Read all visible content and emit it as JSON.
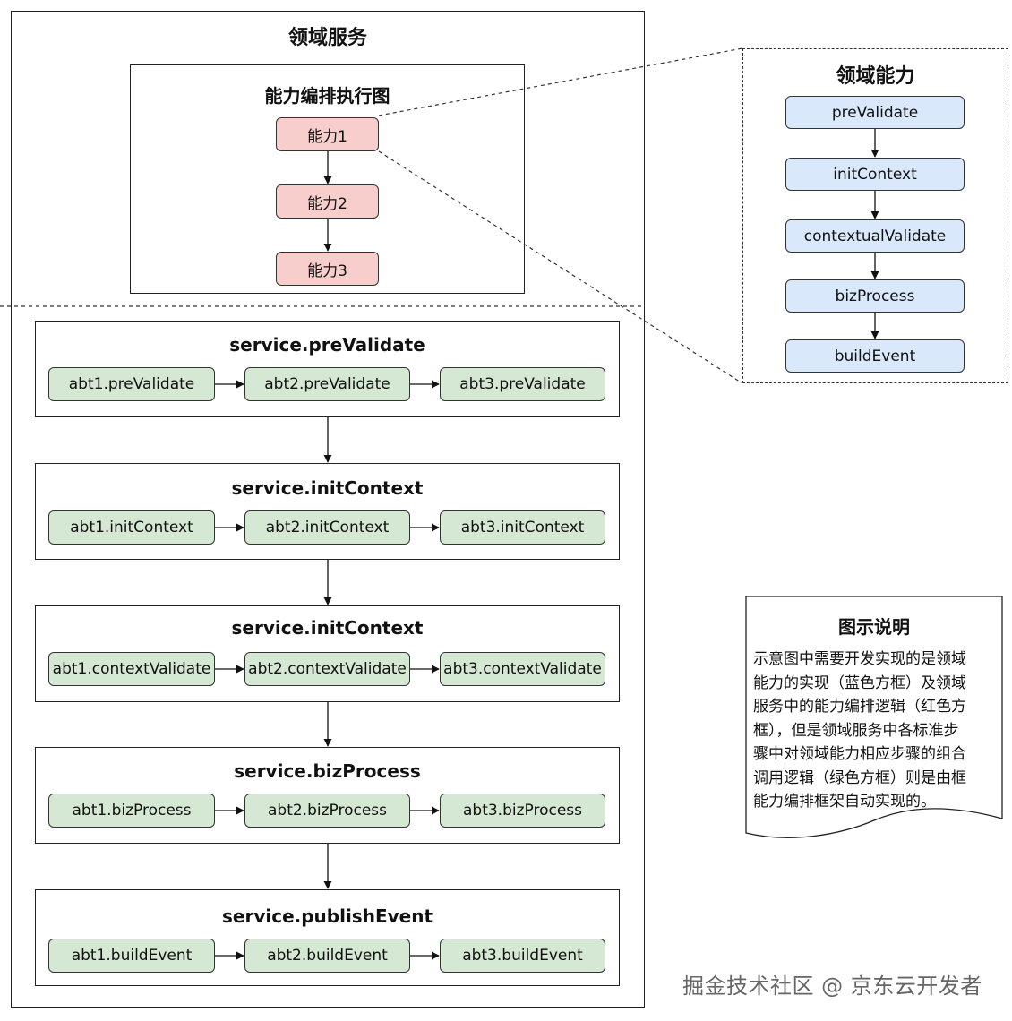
{
  "domain_service": {
    "title": "领域服务",
    "orchestration": {
      "title": "能力编排执行图",
      "nodes": [
        "能力1",
        "能力2",
        "能力3"
      ]
    },
    "steps": [
      {
        "title": "service.preValidate",
        "items": [
          "abt1.preValidate",
          "abt2.preValidate",
          "abt3.preValidate"
        ]
      },
      {
        "title": "service.initContext",
        "items": [
          "abt1.initContext",
          "abt2.initContext",
          "abt3.initContext"
        ]
      },
      {
        "title": "service.initContext",
        "items": [
          "abt1.contextValidate",
          "abt2.contextValidate",
          "abt3.contextValidate"
        ]
      },
      {
        "title": "service.bizProcess",
        "items": [
          "abt1.bizProcess",
          "abt2.bizProcess",
          "abt3.bizProcess"
        ]
      },
      {
        "title": "service.publishEvent",
        "items": [
          "abt1.buildEvent",
          "abt2.buildEvent",
          "abt3.buildEvent"
        ]
      }
    ]
  },
  "domain_ability": {
    "title": "领域能力",
    "nodes": [
      "preValidate",
      "initContext",
      "contextualValidate",
      "bizProcess",
      "buildEvent"
    ]
  },
  "legend": {
    "title": "图示说明",
    "lines": [
      "示意图中需要开发实现的是领域",
      "能力的实现（蓝色方框）及领域",
      "服务中的能力编排逻辑（红色方",
      "框），但是领域服务中各标准步",
      "骤中对领域能力相应步骤的组合",
      "调用逻辑（绿色方框）则是由框",
      "能力编排框架自动实现的。"
    ]
  },
  "colors": {
    "ability_impl": "#dae8fc",
    "orchestration": "#f8cecc",
    "combination": "#d5e8d4"
  },
  "watermark": "掘金技术社区 @ 京东云开发者"
}
